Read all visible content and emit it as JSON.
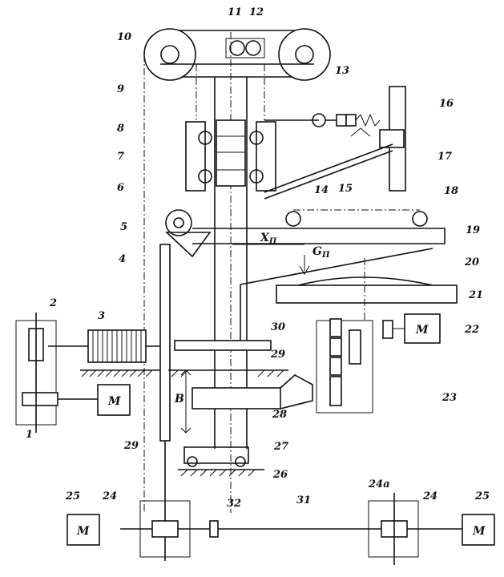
{
  "labels": {
    "n1": "1",
    "n2": "2",
    "n3": "3",
    "n4": "4",
    "n5": "5",
    "n6": "6",
    "n7": "7",
    "n8": "8",
    "n9": "9",
    "n10": "10",
    "n11": "11",
    "n12": "12",
    "n13": "13",
    "n14": "14",
    "n15": "15",
    "n16": "16",
    "n17": "17",
    "n18": "18",
    "n19": "19",
    "n20": "20",
    "n21": "21",
    "n22": "22",
    "n23": "23",
    "n24_left": "24",
    "n24_right": "24",
    "n24a": "24a",
    "n25_left": "25",
    "n25_right": "25",
    "n26": "26",
    "n27": "27",
    "n28": "28",
    "n29_top": "29",
    "n29_bottom": "29",
    "n30": "30",
    "n31": "31",
    "n32": "32"
  },
  "motors": {
    "m1": "M",
    "m22": "M",
    "m25_left": "M",
    "m25_right": "M"
  },
  "symbols": {
    "xp_base": "X",
    "xp_sub": "П",
    "gp_base": "G",
    "gp_sub": "П",
    "b": "B"
  }
}
